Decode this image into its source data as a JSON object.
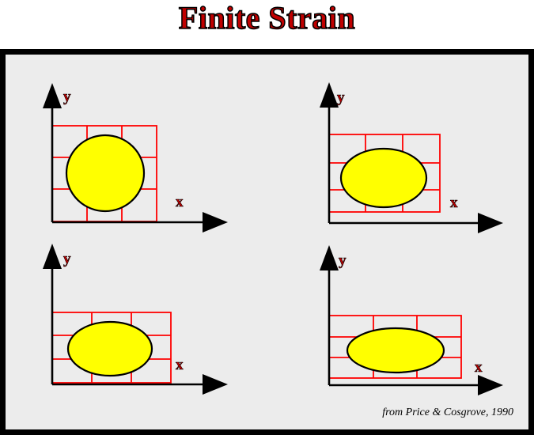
{
  "title": "Finite Strain",
  "credit": "from Price & Cosgrove, 1990",
  "colors": {
    "grid": "#ff0000",
    "ellipse_fill": "#ffff00",
    "ellipse_stroke": "#000000",
    "axis": "#000000",
    "label": "#c00000",
    "background": "#ececec"
  },
  "panels": [
    {
      "id": "p1",
      "x_label": "x",
      "y_label": "y"
    },
    {
      "id": "p2",
      "x_label": "x",
      "y_label": "y"
    },
    {
      "id": "p3",
      "x_label": "x",
      "y_label": "y"
    },
    {
      "id": "p4",
      "x_label": "x",
      "y_label": "y"
    }
  ]
}
